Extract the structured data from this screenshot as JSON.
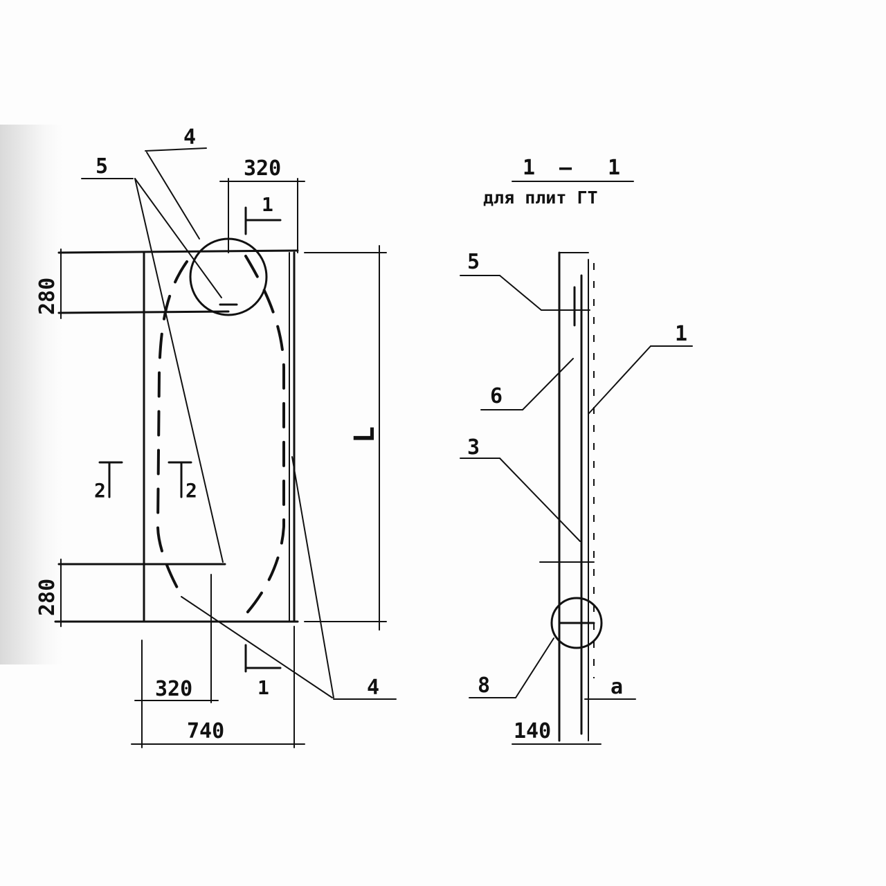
{
  "plan_view": {
    "dim_top_width": "320",
    "dim_top_edge": "280",
    "dim_bottom_edge": "280",
    "dim_bottom_width": "320",
    "dim_total_width": "740",
    "dim_length": "L",
    "leader_5": "5",
    "leader_4_top": "4",
    "leader_4_bottom": "4",
    "section_1_top": "1",
    "section_1_bottom": "1",
    "section_2_left": "2",
    "section_2_right": "2"
  },
  "section_view": {
    "title_left": "1",
    "title_dash": "—",
    "title_right": "1",
    "subtitle": "для плит ГТ",
    "leader_5": "5",
    "leader_1": "1",
    "leader_6": "6",
    "leader_3": "3",
    "leader_8": "8",
    "dim_a": "a",
    "dim_thickness": "140"
  }
}
